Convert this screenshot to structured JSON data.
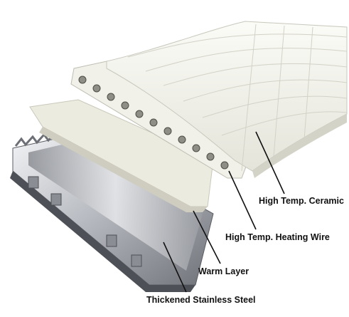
{
  "labels": {
    "ceramic": "High Temp. Ceramic",
    "heating_wire": "High Temp. Heating Wire",
    "warm_layer": "Warm Layer",
    "stainless_steel": "Thickened Stainless Steel"
  },
  "colors": {
    "ceramic": "#f4f4ee",
    "ceramic_shadow": "#d9d9d0",
    "warm_layer": "#ecebdf",
    "steel_light": "#e2e3e6",
    "steel_dark": "#7d8086",
    "leader_line": "#111111"
  }
}
